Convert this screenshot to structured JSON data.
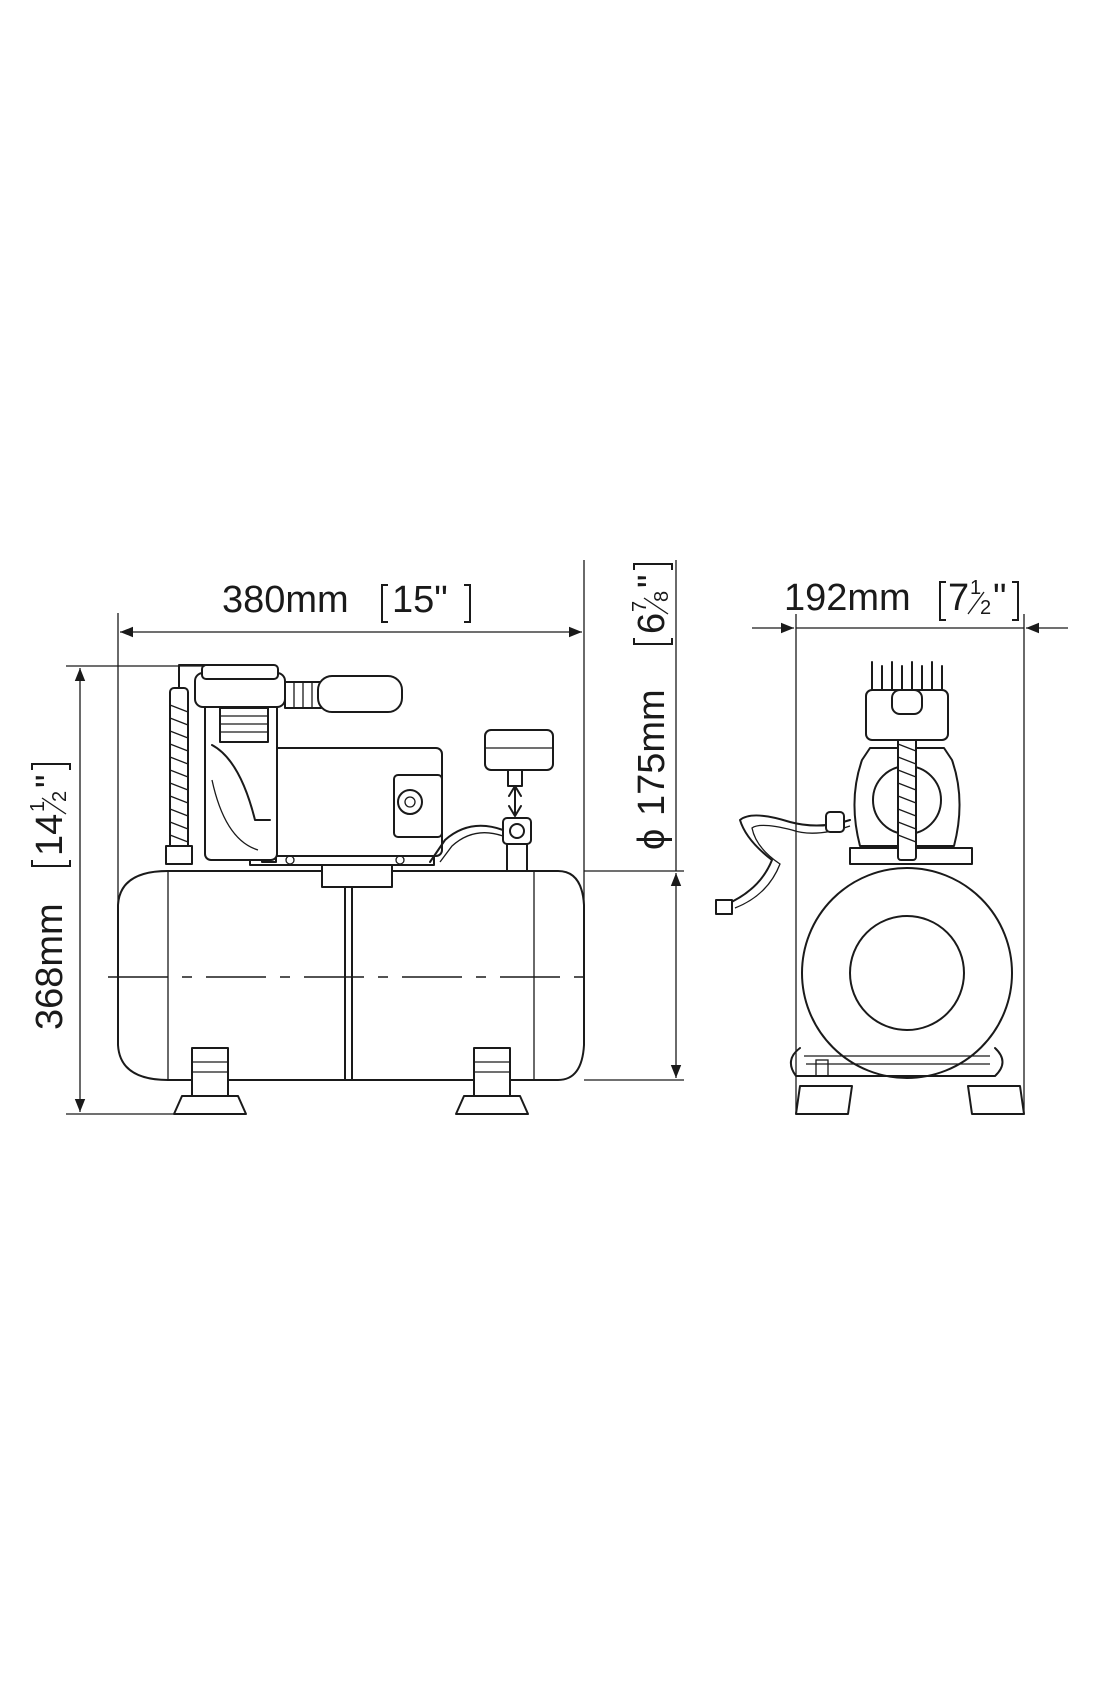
{
  "dimensions": {
    "width": {
      "metric": "380mm",
      "imperial": "15\""
    },
    "height": {
      "metric": "368mm",
      "imperial_whole": "14",
      "imperial_num": "1",
      "imperial_den": "2",
      "imperial_mark": "\""
    },
    "tank_diameter": {
      "symbol": "ϕ",
      "metric": "175mm",
      "imperial_whole": "6",
      "imperial_num": "7",
      "imperial_den": "8",
      "imperial_mark": "\""
    },
    "depth": {
      "metric": "192mm",
      "imperial_whole": "7",
      "imperial_num": "1",
      "imperial_den": "2",
      "imperial_mark": "\""
    }
  }
}
